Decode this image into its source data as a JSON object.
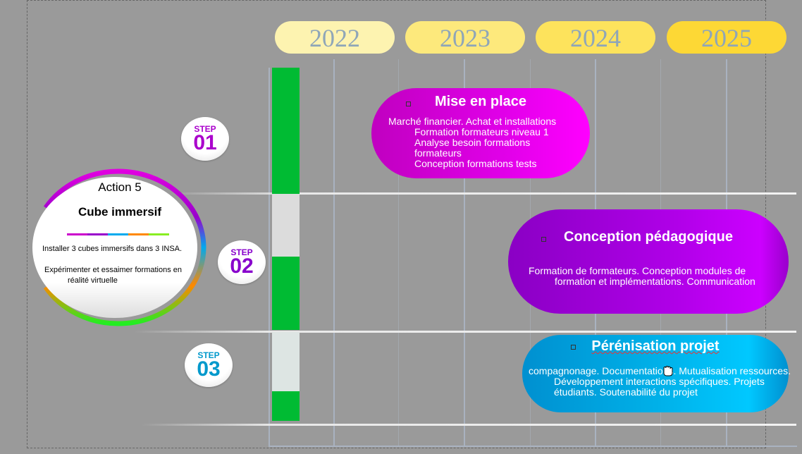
{
  "years": [
    "2022",
    "2023",
    "2024",
    "2025"
  ],
  "action": {
    "label": "Action 5",
    "title": "Cube immersif",
    "line1": "Installer 3 cubes immersifs dans 3 INSA.",
    "line2a": "Expérimenter et essaimer formations en",
    "line2b": "réalité virtuelle"
  },
  "steps": [
    {
      "word": "STEP",
      "num": "01"
    },
    {
      "word": "STEP",
      "num": "02"
    },
    {
      "word": "STEP",
      "num": "03"
    }
  ],
  "cards": [
    {
      "title": "Mise en place",
      "lines": [
        "Marché financier. Achat et installations",
        "Formation formateurs niveau 1",
        "Analyse besoin formations",
        "formateurs",
        "Conception formations tests"
      ]
    },
    {
      "title": "Conception pédagogique",
      "lines": [
        "Formation de formateurs. Conception modules de",
        "formation et implémentations. Communication"
      ]
    },
    {
      "title": "Pérénisation projet",
      "lines": [
        "compagnonage. Documentations. Mutualisation ressources.",
        "Développement interactions spécifiques. Projets",
        "étudiants. Soutenabilité du projet"
      ]
    }
  ],
  "colors": {
    "green": "#00bb33",
    "magenta": "#ff00ff",
    "purple": "#9900dd",
    "blue": "#00b4e8"
  }
}
